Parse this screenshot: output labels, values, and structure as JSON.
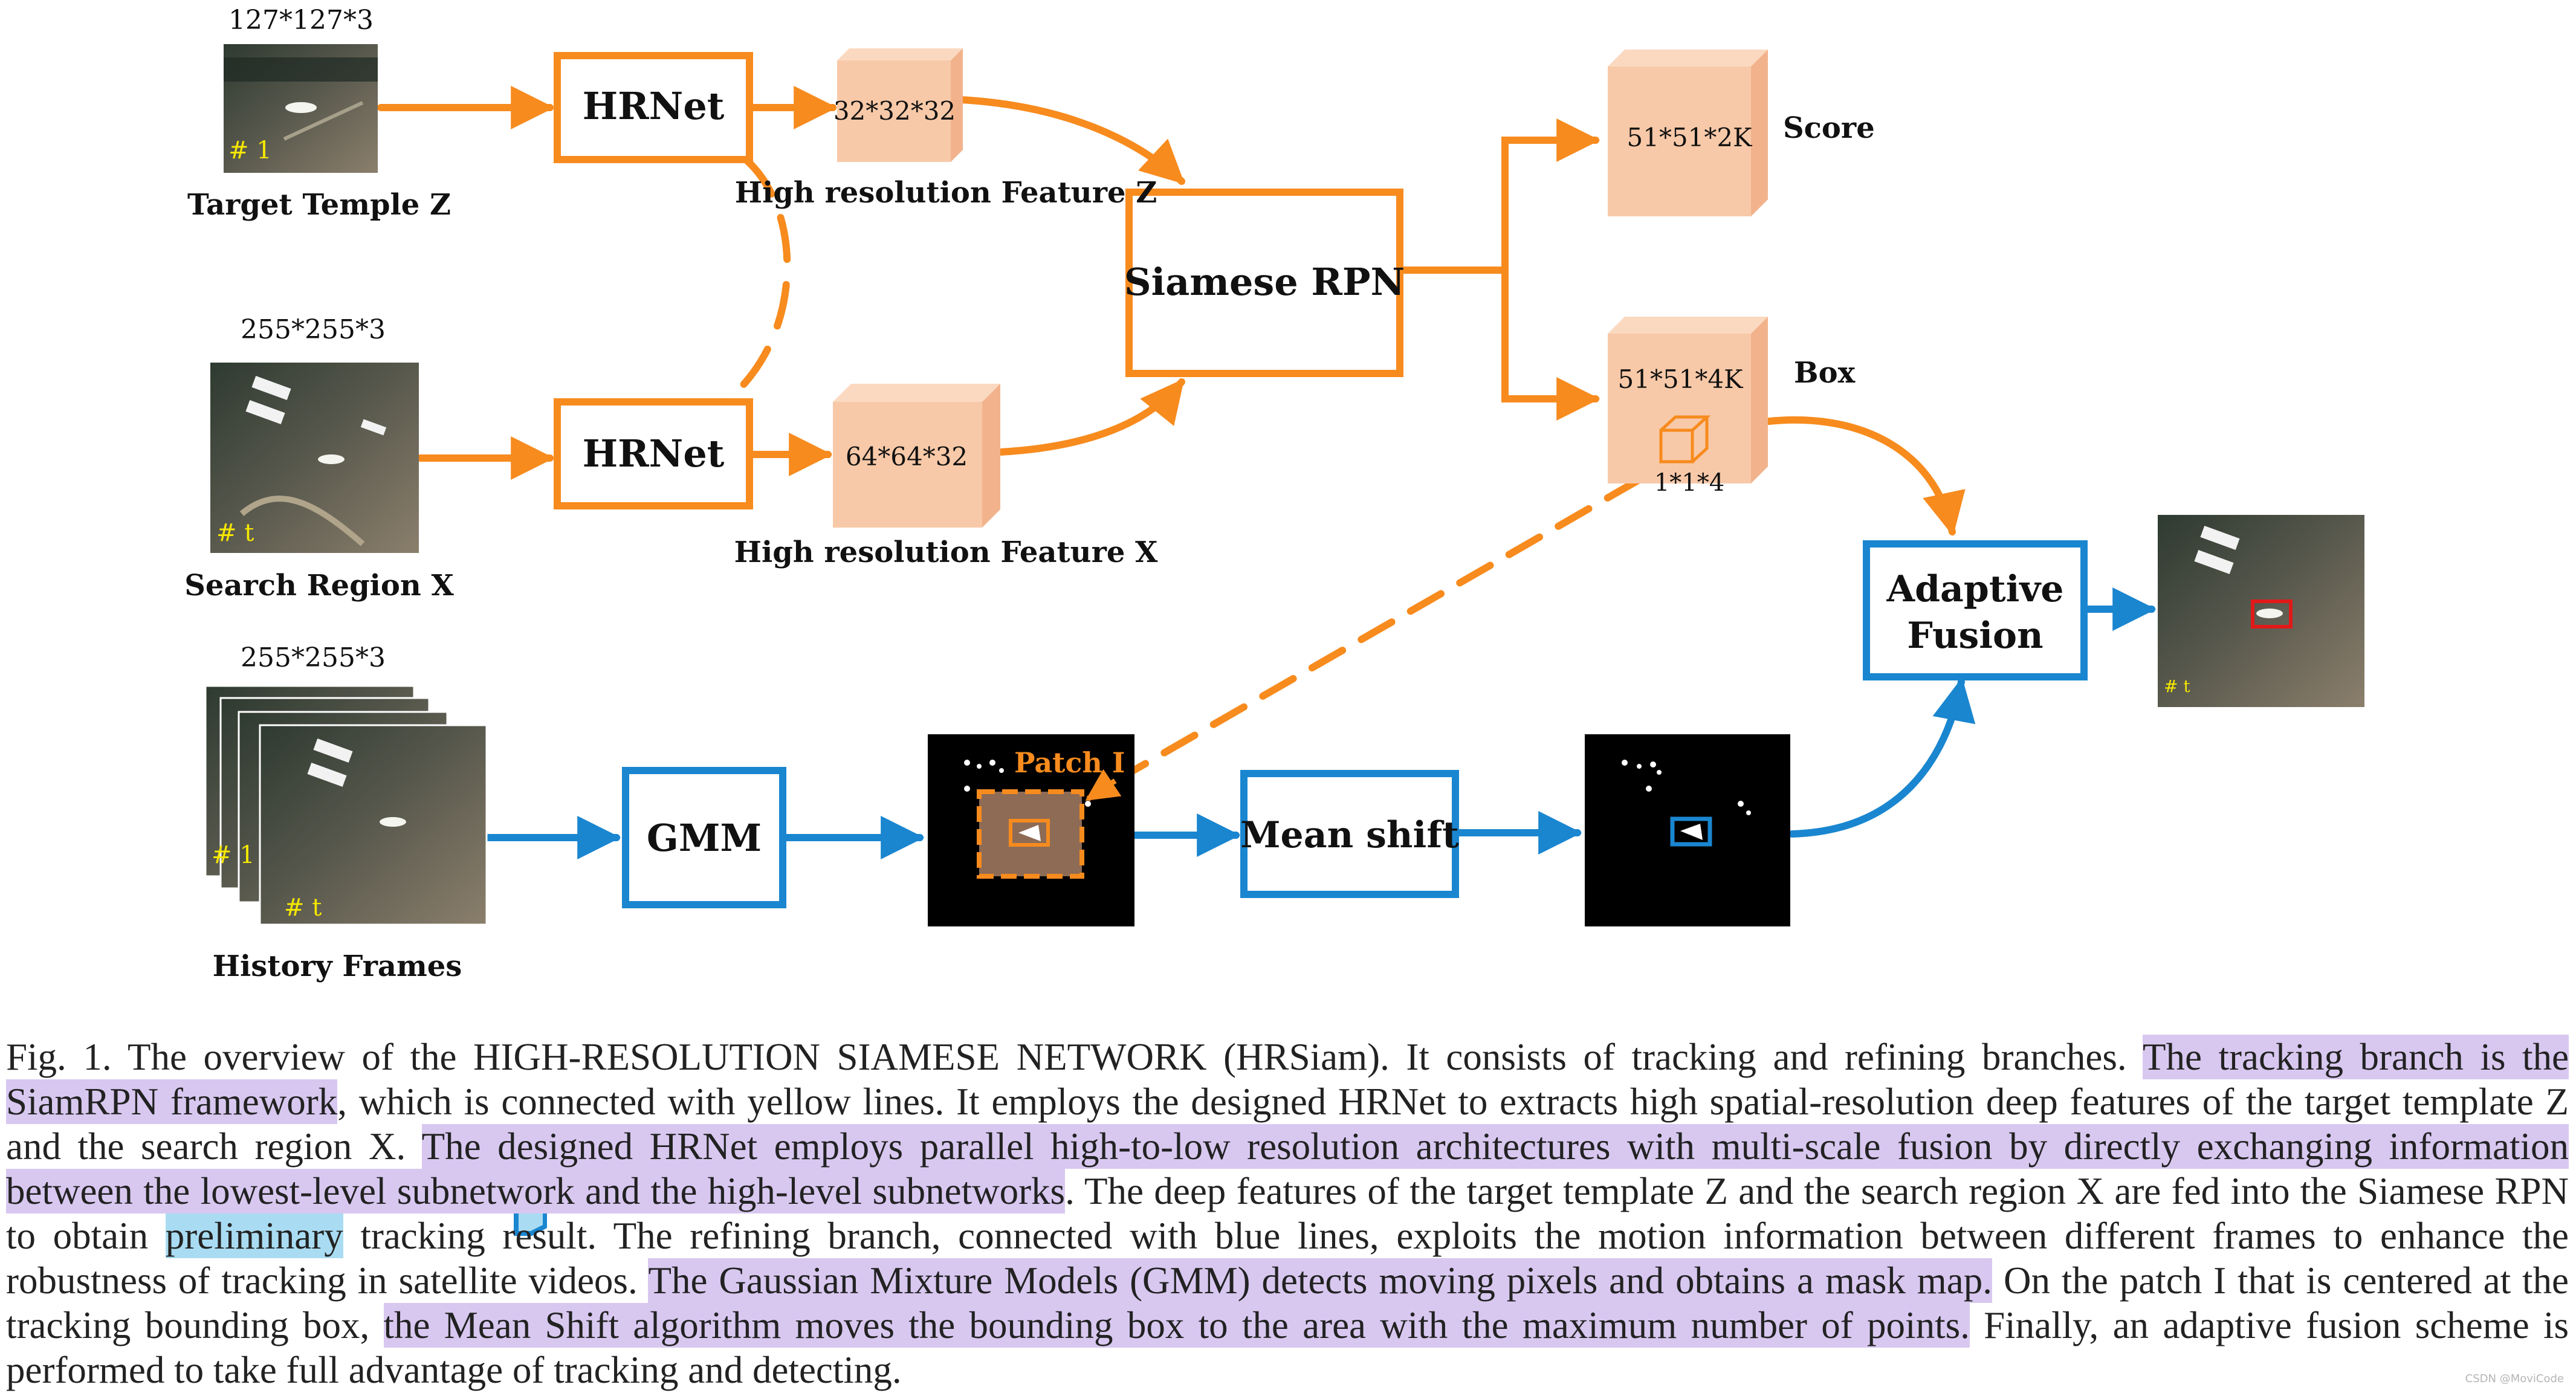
{
  "colors": {
    "orange": "#f78b1e",
    "blue": "#1a86d0",
    "cube_fill": "#f8c9a8",
    "cube_side": "#f2b38c",
    "highlight_purple": "#d8c8f0",
    "highlight_blue": "#a9dcf2"
  },
  "diagram": {
    "inputs": {
      "template_size": "127*127*3",
      "template_frame": "# 1",
      "template_label": "Target Temple Z",
      "search_size": "255*255*3",
      "search_frame": "# t",
      "search_label": "Search Region X",
      "history_size": "255*255*3",
      "history_frame_first": "# 1",
      "history_frame_last": "# t",
      "history_label": "History Frames",
      "output_frame": "# t"
    },
    "blocks": {
      "hrnet_top": "HRNet",
      "hrnet_bottom": "HRNet",
      "siamese_rpn": "Siamese RPN",
      "gmm": "GMM",
      "mean_shift": "Mean shift",
      "adaptive_fusion_line1": "Adaptive",
      "adaptive_fusion_line2": "Fusion"
    },
    "features": {
      "feature_z_size": "32*32*32",
      "feature_z_label": "High resolution Feature Z",
      "feature_x_size": "64*64*32",
      "feature_x_label": "High resolution Feature X",
      "score_size": "51*51*2K",
      "score_label": "Score",
      "box_size": "51*51*4K",
      "box_label": "Box",
      "box_cell": "1*1*4",
      "patch_label": "Patch I"
    }
  },
  "caption": {
    "s1": "Fig. 1.   The overview of the HIGH-RESOLUTION SIAMESE NETWORK (HRSiam). It consists of tracking and refining branches. ",
    "s2": "The tracking branch is the SiamRPN framework",
    "s3": ", which is connected with yellow lines. It employs the designed HRNet to extracts high spatial-resolution deep features of the target template Z and the search region X. ",
    "s4": "The designed HRNet employs parallel high-to-low resolution architectures with multi-scale fusion by directly exchanging information between the lowest-level subnetwork and the high-level subnetworks",
    "s5": ". The deep features of the target template Z and the search region X are fed into the Siamese RPN to obtain ",
    "s6": "preliminary",
    "s7": " tracking result. The refining branch, connected with blue lines, exploits the motion information between different frames to enhance the robustness of tracking in satellite videos. ",
    "s8": "The Gaussian Mixture Models (GMM) detects moving pixels and obtains a mask map.",
    "s9": " On the patch I that is centered at the tracking bounding box, ",
    "s10": "the Mean Shift algorithm moves the bounding box to the area with the maximum number of points.",
    "s11": " Finally, an adaptive fusion scheme is performed to take full advantage of tracking and detecting."
  },
  "watermark": "CSDN @MoviCode"
}
